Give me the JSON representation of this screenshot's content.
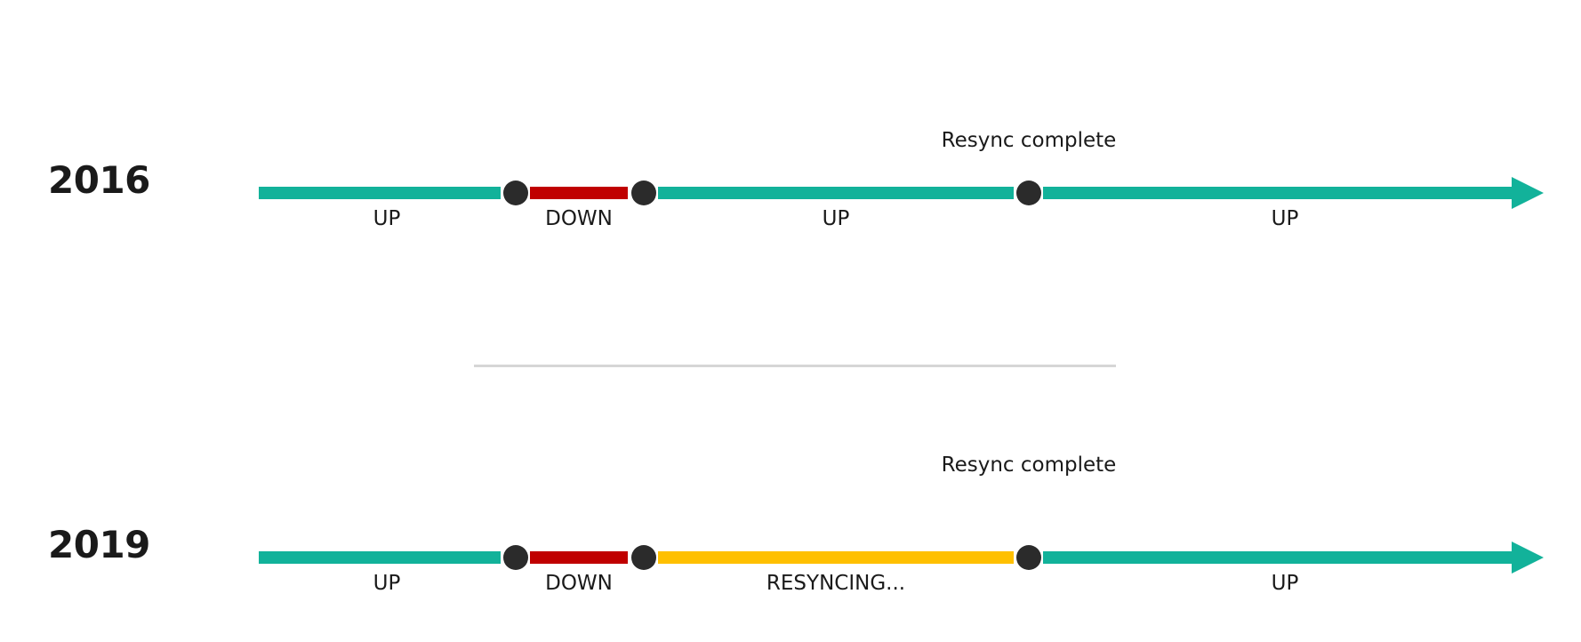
{
  "colors": {
    "up": "#12b29a",
    "down": "#c00000",
    "resyncing": "#ffc000",
    "node": "#2b2b2b",
    "divider": "#d6d6d6"
  },
  "timelines": [
    {
      "year": "2016",
      "event_label": "Resync complete",
      "segments": [
        {
          "label": "UP",
          "status": "up"
        },
        {
          "label": "DOWN",
          "status": "down"
        },
        {
          "label": "UP",
          "status": "up"
        },
        {
          "label": "UP",
          "status": "up"
        }
      ]
    },
    {
      "year": "2019",
      "event_label": "Resync complete",
      "segments": [
        {
          "label": "UP",
          "status": "up"
        },
        {
          "label": "DOWN",
          "status": "down"
        },
        {
          "label": "RESYNCING...",
          "status": "resyncing"
        },
        {
          "label": "UP",
          "status": "up"
        }
      ]
    }
  ]
}
